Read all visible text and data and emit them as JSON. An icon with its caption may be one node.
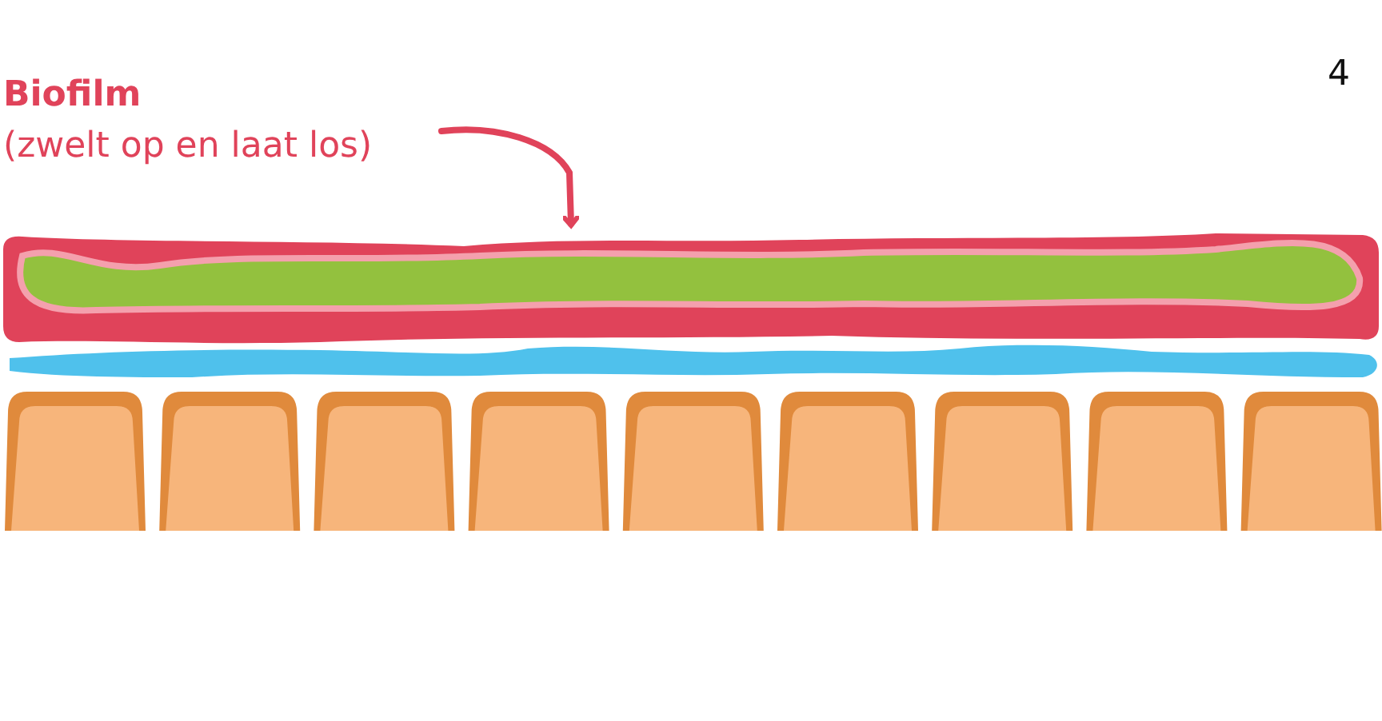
{
  "diagram": {
    "nodes": [
      {
        "text": [
          "Biofilm",
          "(zwelt op en laat los)"
        ]
      },
      {
        "text": [],
        "shape": "picture"
      }
    ],
    "edges": [
      {
        "from": 0,
        "to": 1,
        "arrow": "to"
      }
    ],
    "labels": [
      "4"
    ]
  }
}
